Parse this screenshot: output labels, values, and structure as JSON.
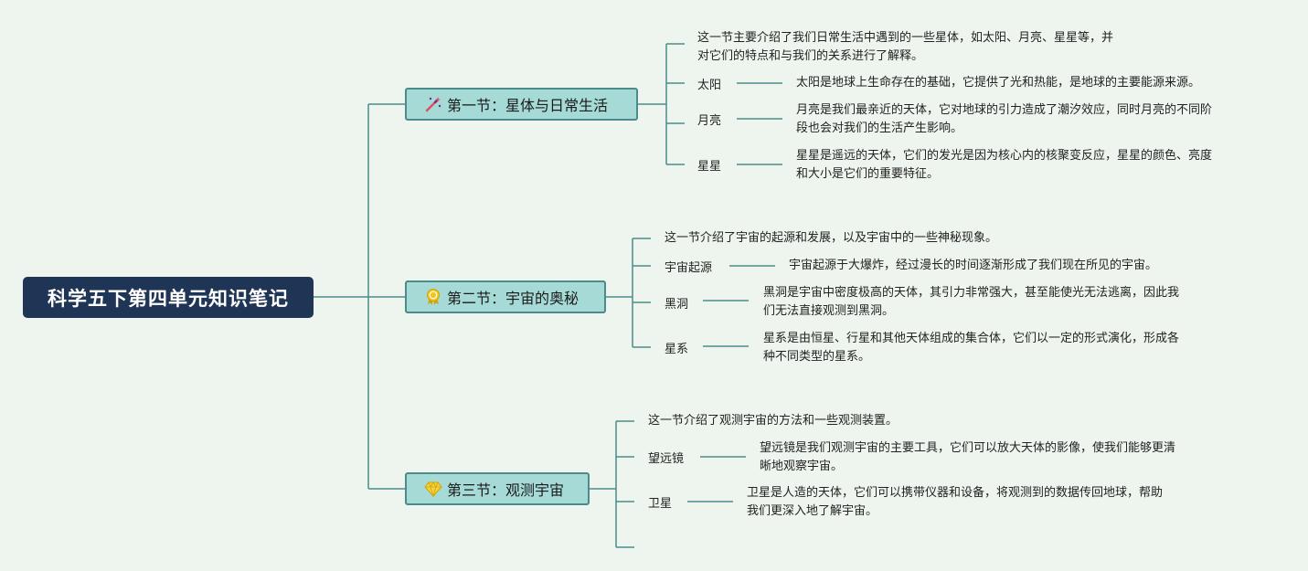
{
  "root": {
    "title": "科学五下第四单元知识笔记"
  },
  "sections": [
    {
      "title": "第一节：星体与日常生活",
      "icon": "magic-wand-icon",
      "intro": [
        "这一节主要介绍了我们日常生活中遇到的一些星体，如太阳、月亮、星星等，并",
        "对它们的特点和与我们的关系进行了解释。"
      ],
      "items": [
        {
          "label": "太阳",
          "text": [
            "太阳是地球上生命存在的基础，它提供了光和热能，是地球的主要能源来源。"
          ]
        },
        {
          "label": "月亮",
          "text": [
            "月亮是我们最亲近的天体，它对地球的引力造成了潮汐效应，同时月亮的不同阶",
            "段也会对我们的生活产生影响。"
          ]
        },
        {
          "label": "星星",
          "text": [
            "星星是遥远的天体，它们的发光是因为核心内的核聚变反应，星星的颜色、亮度",
            "和大小是它们的重要特征。"
          ]
        }
      ]
    },
    {
      "title": "第二节：宇宙的奥秘",
      "icon": "award-ribbon-icon",
      "intro": [
        "这一节介绍了宇宙的起源和发展，以及宇宙中的一些神秘现象。"
      ],
      "items": [
        {
          "label": "宇宙起源",
          "text": [
            "宇宙起源于大爆炸，经过漫长的时间逐渐形成了我们现在所见的宇宙。"
          ]
        },
        {
          "label": "黑洞",
          "text": [
            "黑洞是宇宙中密度极高的天体，其引力非常强大，甚至能使光无法逃离，因此我",
            "们无法直接观测到黑洞。"
          ]
        },
        {
          "label": "星系",
          "text": [
            "星系是由恒星、行星和其他天体组成的集合体，它们以一定的形式演化，形成各",
            "种不同类型的星系。"
          ]
        }
      ]
    },
    {
      "title": "第三节：观测宇宙",
      "icon": "diamond-icon",
      "intro": [
        "这一节介绍了观测宇宙的方法和一些观测装置。"
      ],
      "items": [
        {
          "label": "望远镜",
          "text": [
            "望远镜是我们观测宇宙的主要工具，它们可以放大天体的影像，使我们能够更清",
            "晰地观察宇宙。"
          ]
        },
        {
          "label": "卫星",
          "text": [
            "卫星是人造的天体，它们可以携带仪器和设备，将观测到的数据传回地球，帮助",
            "我们更深入地了解宇宙。"
          ]
        }
      ]
    }
  ],
  "colors": {
    "background": "#eef5ee",
    "root_fill": "#1f3556",
    "section_fill": "#a6dad7",
    "section_border": "#4b8c8a",
    "connector": "#4b8c8a",
    "icon_wand": "#e0505a",
    "icon_award": "#d4a20a",
    "icon_diamond": "#e6c21a"
  }
}
